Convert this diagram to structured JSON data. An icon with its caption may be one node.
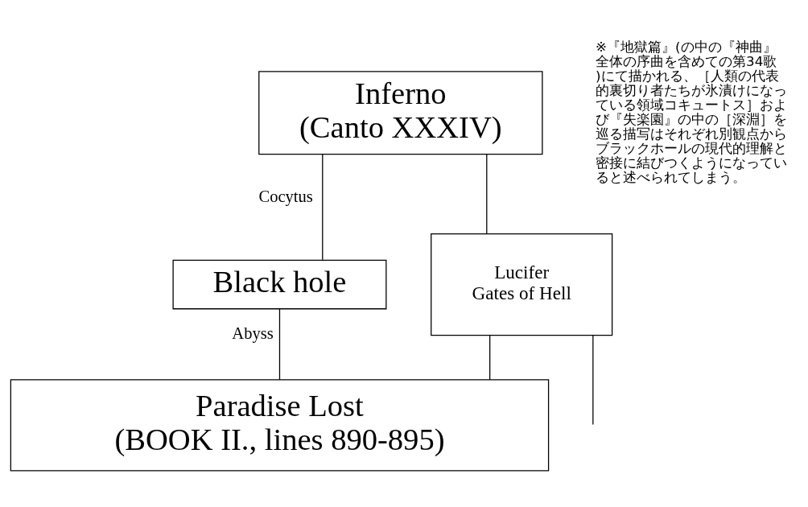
{
  "diagram": {
    "nodes": [
      {
        "text": [
          "Inferno (Canto XXXIV)"
        ]
      },
      {
        "text": [
          "Lucifer",
          "Gates of Hell"
        ]
      },
      {
        "text": [
          "Black hole"
        ]
      },
      {
        "text": [
          "Paradise Lost (BOOK II., lines 890-895)"
        ]
      }
    ],
    "edges": [
      {
        "from": 0,
        "to": 1,
        "arrow": "none"
      },
      {
        "from": 0,
        "to": 2,
        "arrow": "none",
        "label": "Cocytus"
      },
      {
        "from": 2,
        "to": 3,
        "arrow": "none",
        "label": "Abyss"
      },
      {
        "from": 1,
        "to": 3,
        "arrow": "none"
      },
      {
        "from": 1,
        "to": null,
        "arrow": "none"
      }
    ],
    "labels": [
      "※『地獄篇』(の中の『神曲』全体の序曲を含めての第34歌)にて描かれる、［人類の代表的裏切り者たちが氷漬けになっている領域コキュートス］および『失楽園』の中の［深淵］を巡る描写はそれぞれ別観点からブラックホールの現代的理解と密接に結びつくようになっていると述べられてしまう。"
    ]
  }
}
